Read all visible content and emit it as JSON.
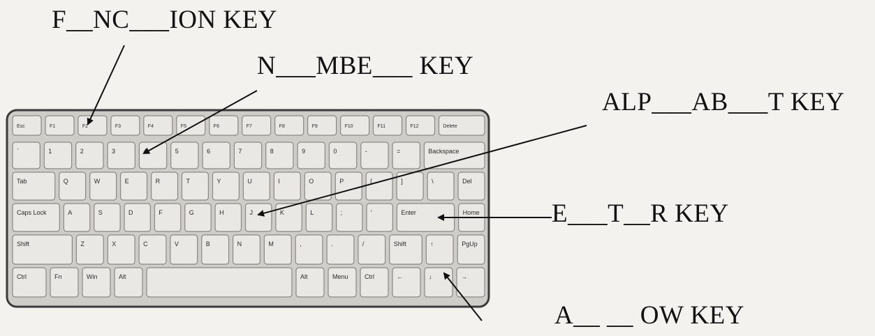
{
  "labels": {
    "function_key": "F__NC___ION KEY",
    "number_key": "N___MBE___ KEY",
    "alphabet_key": "ALP___AB___T KEY",
    "enter_key": "E___T__R KEY",
    "arrow_key": "A__ __ OW KEY"
  },
  "keyboard": {
    "rows": [
      [
        "Esc",
        "F1",
        "F2",
        "F3",
        "F4",
        "F5",
        "F6",
        "F7",
        "F8",
        "F9",
        "F10",
        "F11",
        "F12",
        "Delete"
      ],
      [
        "`",
        "1",
        "2",
        "3",
        "4",
        "5",
        "6",
        "7",
        "8",
        "9",
        "0",
        "-",
        "=",
        "Backspace"
      ],
      [
        "Tab",
        "Q",
        "W",
        "E",
        "R",
        "T",
        "Y",
        "U",
        "I",
        "O",
        "P",
        "[",
        "]",
        "\\",
        "Del"
      ],
      [
        "Caps Lock",
        "A",
        "S",
        "D",
        "F",
        "G",
        "H",
        "J",
        "K",
        "L",
        ";",
        "'",
        "Enter",
        "Home"
      ],
      [
        "Shift",
        "Z",
        "X",
        "C",
        "V",
        "B",
        "N",
        "M",
        ",",
        ".",
        "/",
        "Shift",
        "↑",
        "PgUp"
      ],
      [
        "Ctrl",
        "Fn",
        "Win",
        "Alt",
        "",
        "Alt",
        "Menu",
        "Ctrl",
        "←",
        "↓",
        "→"
      ]
    ]
  },
  "colors": {
    "ink": "#111111",
    "key": "#e9e8e4",
    "frame": "#3b3b3b",
    "board": "#cfcdc8"
  }
}
